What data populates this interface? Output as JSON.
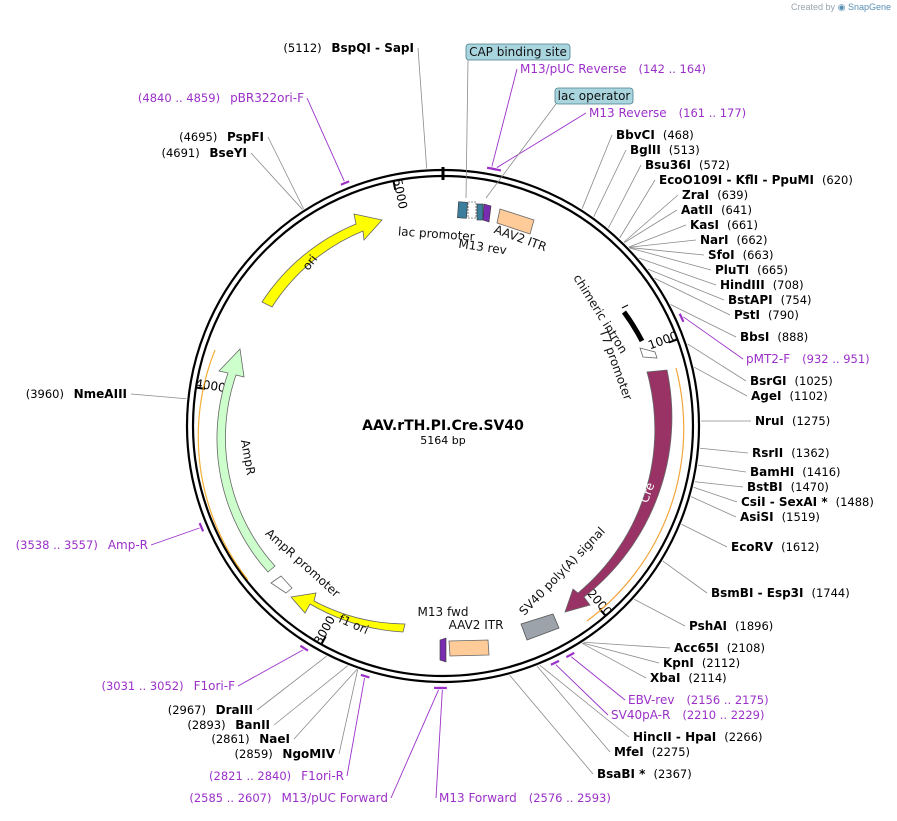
{
  "branding": {
    "prefix": "Created by",
    "product": "SnapGene"
  },
  "plasmid": {
    "name": "AAV.rTH.PI.Cre.SV40",
    "length_label": "5164 bp",
    "length": 5164
  },
  "ticks": [
    {
      "bp": 1000,
      "label": "1000"
    },
    {
      "bp": 2000,
      "label": "2000"
    },
    {
      "bp": 3000,
      "label": "3000"
    },
    {
      "bp": 4000,
      "label": "4000"
    },
    {
      "bp": 5000,
      "label": "5000"
    }
  ],
  "enzymes": [
    {
      "name": "BbvCI",
      "pos": "(468)",
      "bp": 468
    },
    {
      "name": "BglII",
      "pos": "(513)",
      "bp": 513
    },
    {
      "name": "Bsu36I",
      "pos": "(572)",
      "bp": 572
    },
    {
      "name": "EcoO109I  -  KflI  -  PpuMI",
      "pos": "(620)",
      "bp": 620
    },
    {
      "name": "ZraI",
      "pos": "(639)",
      "bp": 639
    },
    {
      "name": "AatII",
      "pos": "(641)",
      "bp": 641
    },
    {
      "name": "KasI",
      "pos": "(661)",
      "bp": 661
    },
    {
      "name": "NarI",
      "pos": "(662)",
      "bp": 662
    },
    {
      "name": "SfoI",
      "pos": "(663)",
      "bp": 663
    },
    {
      "name": "PluTI",
      "pos": "(665)",
      "bp": 665
    },
    {
      "name": "HindIII",
      "pos": "(708)",
      "bp": 708
    },
    {
      "name": "BstAPI",
      "pos": "(754)",
      "bp": 754
    },
    {
      "name": "PstI",
      "pos": "(790)",
      "bp": 790
    },
    {
      "name": "BbsI",
      "pos": "(888)",
      "bp": 888
    },
    {
      "name": "BsrGI",
      "pos": "(1025)",
      "bp": 1025
    },
    {
      "name": "AgeI",
      "pos": "(1102)",
      "bp": 1102
    },
    {
      "name": "NruI",
      "pos": "(1275)",
      "bp": 1275
    },
    {
      "name": "RsrII",
      "pos": "(1362)",
      "bp": 1362
    },
    {
      "name": "BamHI",
      "pos": "(1416)",
      "bp": 1416
    },
    {
      "name": "BstBI",
      "pos": "(1470)",
      "bp": 1470
    },
    {
      "name": "CsiI  -  SexAI *",
      "pos": "(1488)",
      "bp": 1488
    },
    {
      "name": "AsiSI",
      "pos": "(1519)",
      "bp": 1519
    },
    {
      "name": "EcoRV",
      "pos": "(1612)",
      "bp": 1612
    },
    {
      "name": "BsmBI  -  Esp3I",
      "pos": "(1744)",
      "bp": 1744
    },
    {
      "name": "PshAI",
      "pos": "(1896)",
      "bp": 1896
    },
    {
      "name": "Acc65I",
      "pos": "(2108)",
      "bp": 2108
    },
    {
      "name": "KpnI",
      "pos": "(2112)",
      "bp": 2112
    },
    {
      "name": "XbaI",
      "pos": "(2114)",
      "bp": 2114
    },
    {
      "name": "HincII  -  HpaI",
      "pos": "(2266)",
      "bp": 2266
    },
    {
      "name": "MfeI",
      "pos": "(2275)",
      "bp": 2275
    },
    {
      "name": "BsaBI *",
      "pos": "(2367)",
      "bp": 2367
    },
    {
      "name": "NgoMIV",
      "pos": "(2859)",
      "bp": 2859
    },
    {
      "name": "NaeI",
      "pos": "(2861)",
      "bp": 2861
    },
    {
      "name": "BanII",
      "pos": "(2893)",
      "bp": 2893
    },
    {
      "name": "DraIII",
      "pos": "(2967)",
      "bp": 2967
    },
    {
      "name": "NmeAIII",
      "pos": "(3960)",
      "bp": 3960
    },
    {
      "name": "BseYI",
      "pos": "(4691)",
      "bp": 4691
    },
    {
      "name": "PspFI",
      "pos": "(4695)",
      "bp": 4695
    },
    {
      "name": "BspQI  -  SapI",
      "pos": "(5112)",
      "bp": 5112
    }
  ],
  "primers": [
    {
      "name": "M13/pUC Reverse",
      "range": "(142 .. 164)",
      "bp": 153
    },
    {
      "name": "M13 Reverse",
      "range": "(161 .. 177)",
      "bp": 169
    },
    {
      "name": "pMT2-F",
      "range": "(932 .. 951)",
      "bp": 941
    },
    {
      "name": "EBV-rev",
      "range": "(2156 .. 2175)",
      "bp": 2165
    },
    {
      "name": "SV40pA-R",
      "range": "(2210 .. 2229)",
      "bp": 2219
    },
    {
      "name": "M13 Forward",
      "range": "(2576 .. 2593)",
      "bp": 2584
    },
    {
      "name": "M13/pUC Forward",
      "range": "(2585 .. 2607)",
      "bp": 2596
    },
    {
      "name": "F1ori-R",
      "range": "(2821 .. 2840)",
      "bp": 2830
    },
    {
      "name": "F1ori-F",
      "range": "(3031 .. 3052)",
      "bp": 3041
    },
    {
      "name": "Amp-R",
      "range": "(3538 .. 3557)",
      "bp": 3547
    },
    {
      "name": "pBR322ori-F",
      "range": "(4840 .. 4859)",
      "bp": 4849
    }
  ],
  "boxed_features": [
    {
      "name": "CAP binding site"
    },
    {
      "name": "lac operator"
    }
  ],
  "features": [
    {
      "name": "ori",
      "color": "#ffff00"
    },
    {
      "name": "AmpR",
      "color": "#ccffcc"
    },
    {
      "name": "AmpR promoter",
      "color": "#ffffff"
    },
    {
      "name": "f1 ori",
      "color": "#ffff00"
    },
    {
      "name": "Cre",
      "color": "#993366"
    },
    {
      "name": "AAV2 ITR",
      "color": "#ffcc99"
    },
    {
      "name": "AAV2 ITR",
      "color": "#ffcc99"
    },
    {
      "name": "lac promoter",
      "color": "#3a7e9c"
    },
    {
      "name": "M13 rev",
      "color": "#7a2cb0"
    },
    {
      "name": "M13 fwd",
      "color": "#7a2cb0"
    },
    {
      "name": "chimeric intron",
      "color": "#000000"
    },
    {
      "name": "T7 promoter",
      "color": "#ffffff"
    },
    {
      "name": "SV40 poly(A) signal",
      "color": "#9ca3ab"
    }
  ]
}
